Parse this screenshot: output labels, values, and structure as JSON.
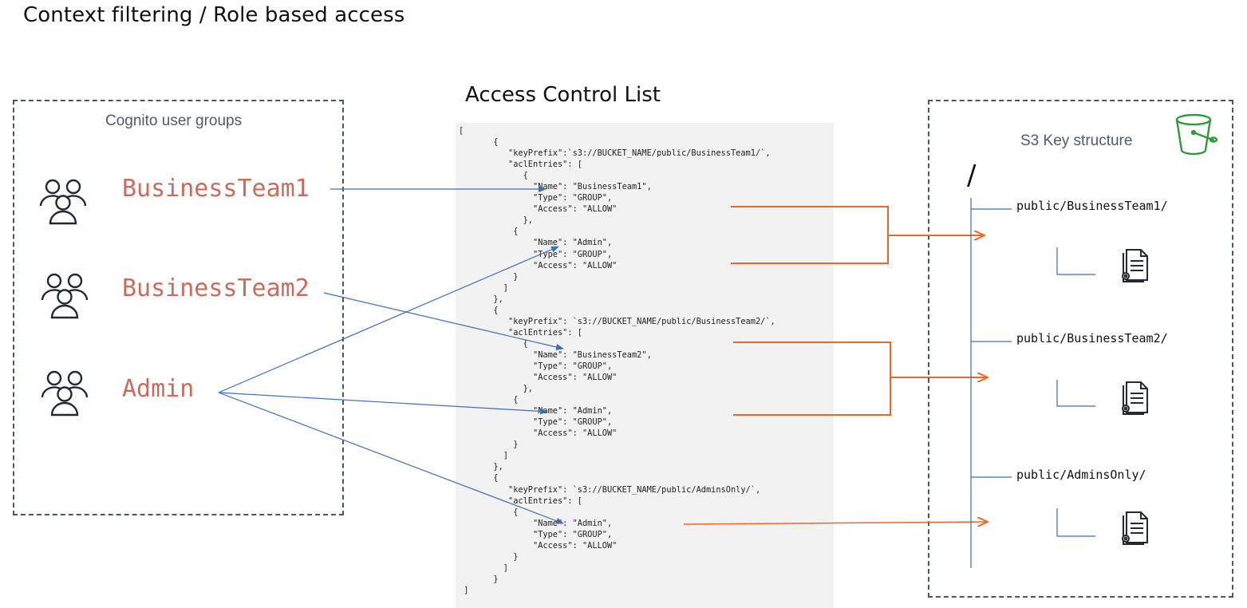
{
  "page_title": "Context filtering / Role based access",
  "cognito": {
    "label": "Cognito user groups",
    "groups": [
      {
        "name": "BusinessTeam1",
        "icon": "users-icon"
      },
      {
        "name": "BusinessTeam2",
        "icon": "users-icon"
      },
      {
        "name": "Admin",
        "icon": "users-icon"
      }
    ]
  },
  "acl": {
    "title": "Access Control List",
    "code": "[\n       {\n          \"keyPrefix\":`s3://BUCKET_NAME/public/BusinessTeam1/`,\n          \"aclEntries\": [\n             {\n               \"Name\": \"BusinessTeam1\",\n               \"Type\": \"GROUP\",\n               \"Access\": \"ALLOW\"\n             },\n           {\n               \"Name\": \"Admin\",\n               \"Type\": \"GROUP\",\n               \"Access\": \"ALLOW\"\n           }\n         ]\n       },\n       {\n          \"keyPrefix\": `s3://BUCKET_NAME/public/BusinessTeam2/`,\n          \"aclEntries\": [\n             {\n               \"Name\": \"BusinessTeam2\",\n               \"Type\": \"GROUP\",\n               \"Access\": \"ALLOW\"\n             },\n           {\n               \"Name\": \"Admin\",\n               \"Type\": \"GROUP\",\n               \"Access\": \"ALLOW\"\n           }\n         ]\n       },\n       {\n          \"keyPrefix\": `s3://BUCKET_NAME/public/AdminsOnly/`,\n          \"aclEntries\": [\n           {\n               \"Name\": \"Admin\",\n               \"Type\": \"GROUP\",\n               \"Access\": \"ALLOW\"\n           }\n         ]\n       }\n ]"
  },
  "s3": {
    "label": "S3 Key structure",
    "bucket_icon": "s3-bucket-icon",
    "root": "/",
    "paths": [
      {
        "path": "public/BusinessTeam1/",
        "icon": "document-gear-icon"
      },
      {
        "path": "public/BusinessTeam2/",
        "icon": "document-gear-icon"
      },
      {
        "path": "public/AdminsOnly/",
        "icon": "document-gear-icon"
      }
    ]
  },
  "colors": {
    "group_text": "#c96c5c",
    "blue_arrow": "#3a6fb8",
    "orange_arrow": "#e8682a",
    "bucket_green": "#2e9a3e",
    "tree_line": "#3a6fb8"
  }
}
